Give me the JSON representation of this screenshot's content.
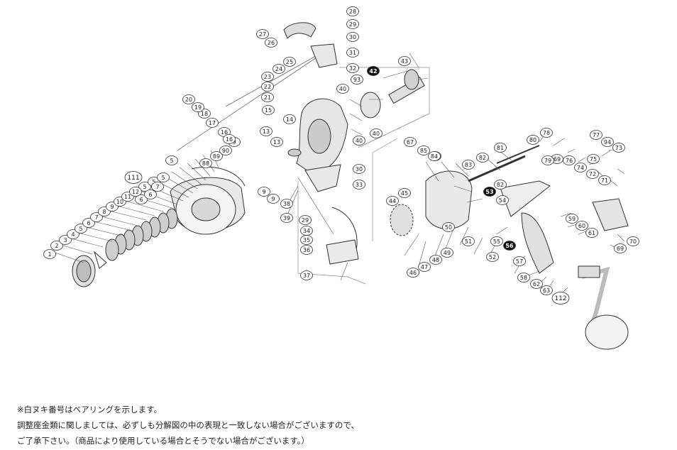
{
  "diagram": {
    "style": {
      "line_color": "#333333",
      "part_fill": "#e8e8e8",
      "badge_fill": "#111111",
      "badge_text": "#ffffff"
    },
    "part_labels": [
      "1",
      "2",
      "3",
      "4",
      "5",
      "6",
      "7",
      "8",
      "9",
      "10",
      "11",
      "12",
      "13",
      "14",
      "15",
      "16",
      "17",
      "18",
      "19",
      "20",
      "21",
      "22",
      "23",
      "24",
      "25",
      "26",
      "27",
      "28",
      "29",
      "30",
      "31",
      "32",
      "33",
      "34",
      "35",
      "36",
      "37",
      "38",
      "39",
      "40",
      "42",
      "43",
      "44",
      "45",
      "46",
      "47",
      "48",
      "49",
      "50",
      "51",
      "52",
      "53",
      "54",
      "55",
      "56",
      "57",
      "58",
      "59",
      "60",
      "61",
      "62",
      "63",
      "64",
      "67",
      "69",
      "70",
      "71",
      "72",
      "73",
      "74",
      "75",
      "76",
      "77",
      "78",
      "79",
      "80",
      "81",
      "82",
      "83",
      "84",
      "85",
      "88",
      "89",
      "90",
      "93",
      "94",
      "111",
      "112"
    ],
    "highlight_labels": [
      "42",
      "53",
      "56"
    ]
  },
  "notes": {
    "line1": "※白ヌキ番号はベアリングを示します。",
    "line2": "調整座金類に関しましては、必ずしも分解図の中の表現と一致しない場合がございますので、",
    "line3": "ご了承下さい。（商品により使用している場合とそうでない場合がございます。）"
  }
}
